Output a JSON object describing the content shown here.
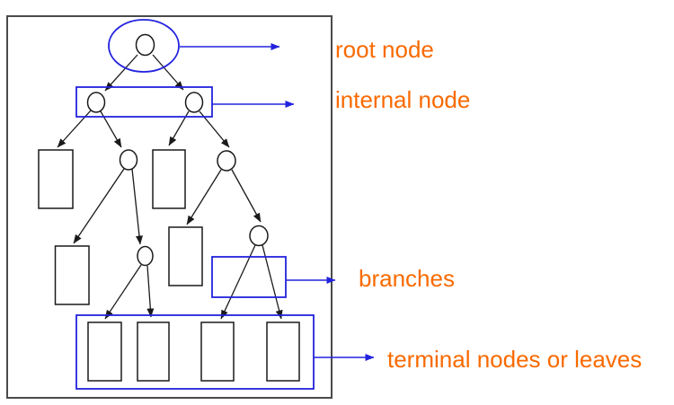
{
  "colors": {
    "annotation-blue": "#2222dd",
    "label-orange": "#f96a00",
    "line-black": "#1a1a1a",
    "border-gray": "#4a4a4a"
  },
  "labels": {
    "root": "root node",
    "internal": "internal node",
    "branches": "branches",
    "terminal": "terminal nodes or leaves"
  }
}
